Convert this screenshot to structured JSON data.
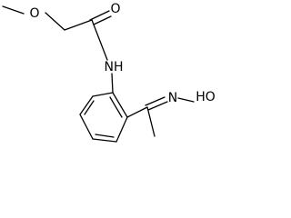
{
  "molecule": {
    "atoms": {
      "methoxy_o": "O",
      "carbonyl_o": "O",
      "amide_n": "NH",
      "oxime_n": "N",
      "hydroxyl": "HO"
    },
    "colors": {
      "bond": "#000000",
      "label": "#000000",
      "background": "#ffffff"
    }
  }
}
